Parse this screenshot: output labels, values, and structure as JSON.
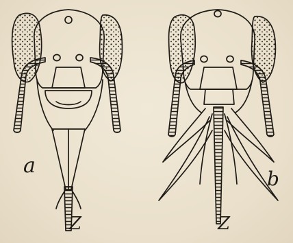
{
  "figure": {
    "labels": {
      "panel_a": "a",
      "panel_b": "b",
      "proboscis_a": "Z",
      "proboscis_b": "Z"
    },
    "ink_color": "#1e1b17",
    "paper_color": "#ece3d0"
  }
}
